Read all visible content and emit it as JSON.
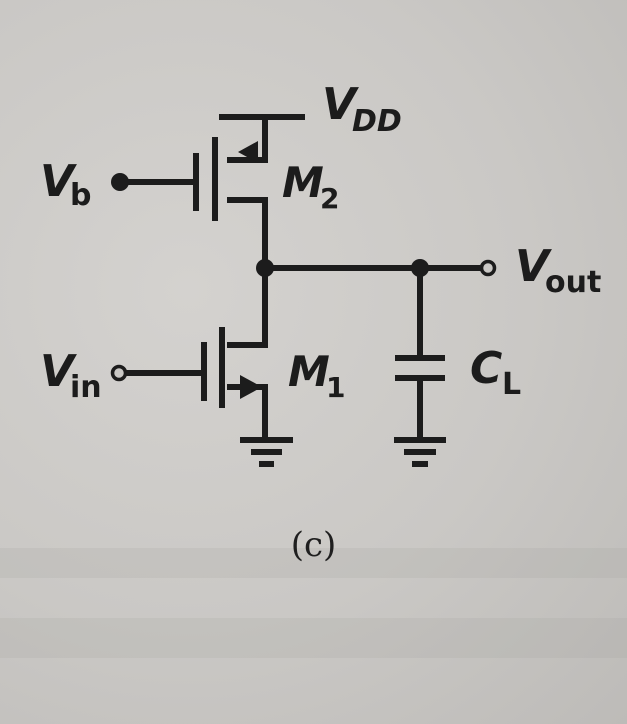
{
  "figure": {
    "caption": "(c)",
    "colors": {
      "ink": "#1c1c1c",
      "paper": "#cac8c5"
    }
  },
  "labels": {
    "vdd": {
      "main": "V",
      "sub": "DD"
    },
    "vb": {
      "main": "V",
      "sub": "b"
    },
    "vin": {
      "main": "V",
      "sub": "in"
    },
    "vout": {
      "main": "V",
      "sub": "out"
    },
    "m1": {
      "main": "M",
      "sub": "1"
    },
    "m2": {
      "main": "M",
      "sub": "2"
    },
    "cl": {
      "main": "C",
      "sub": "L"
    }
  }
}
